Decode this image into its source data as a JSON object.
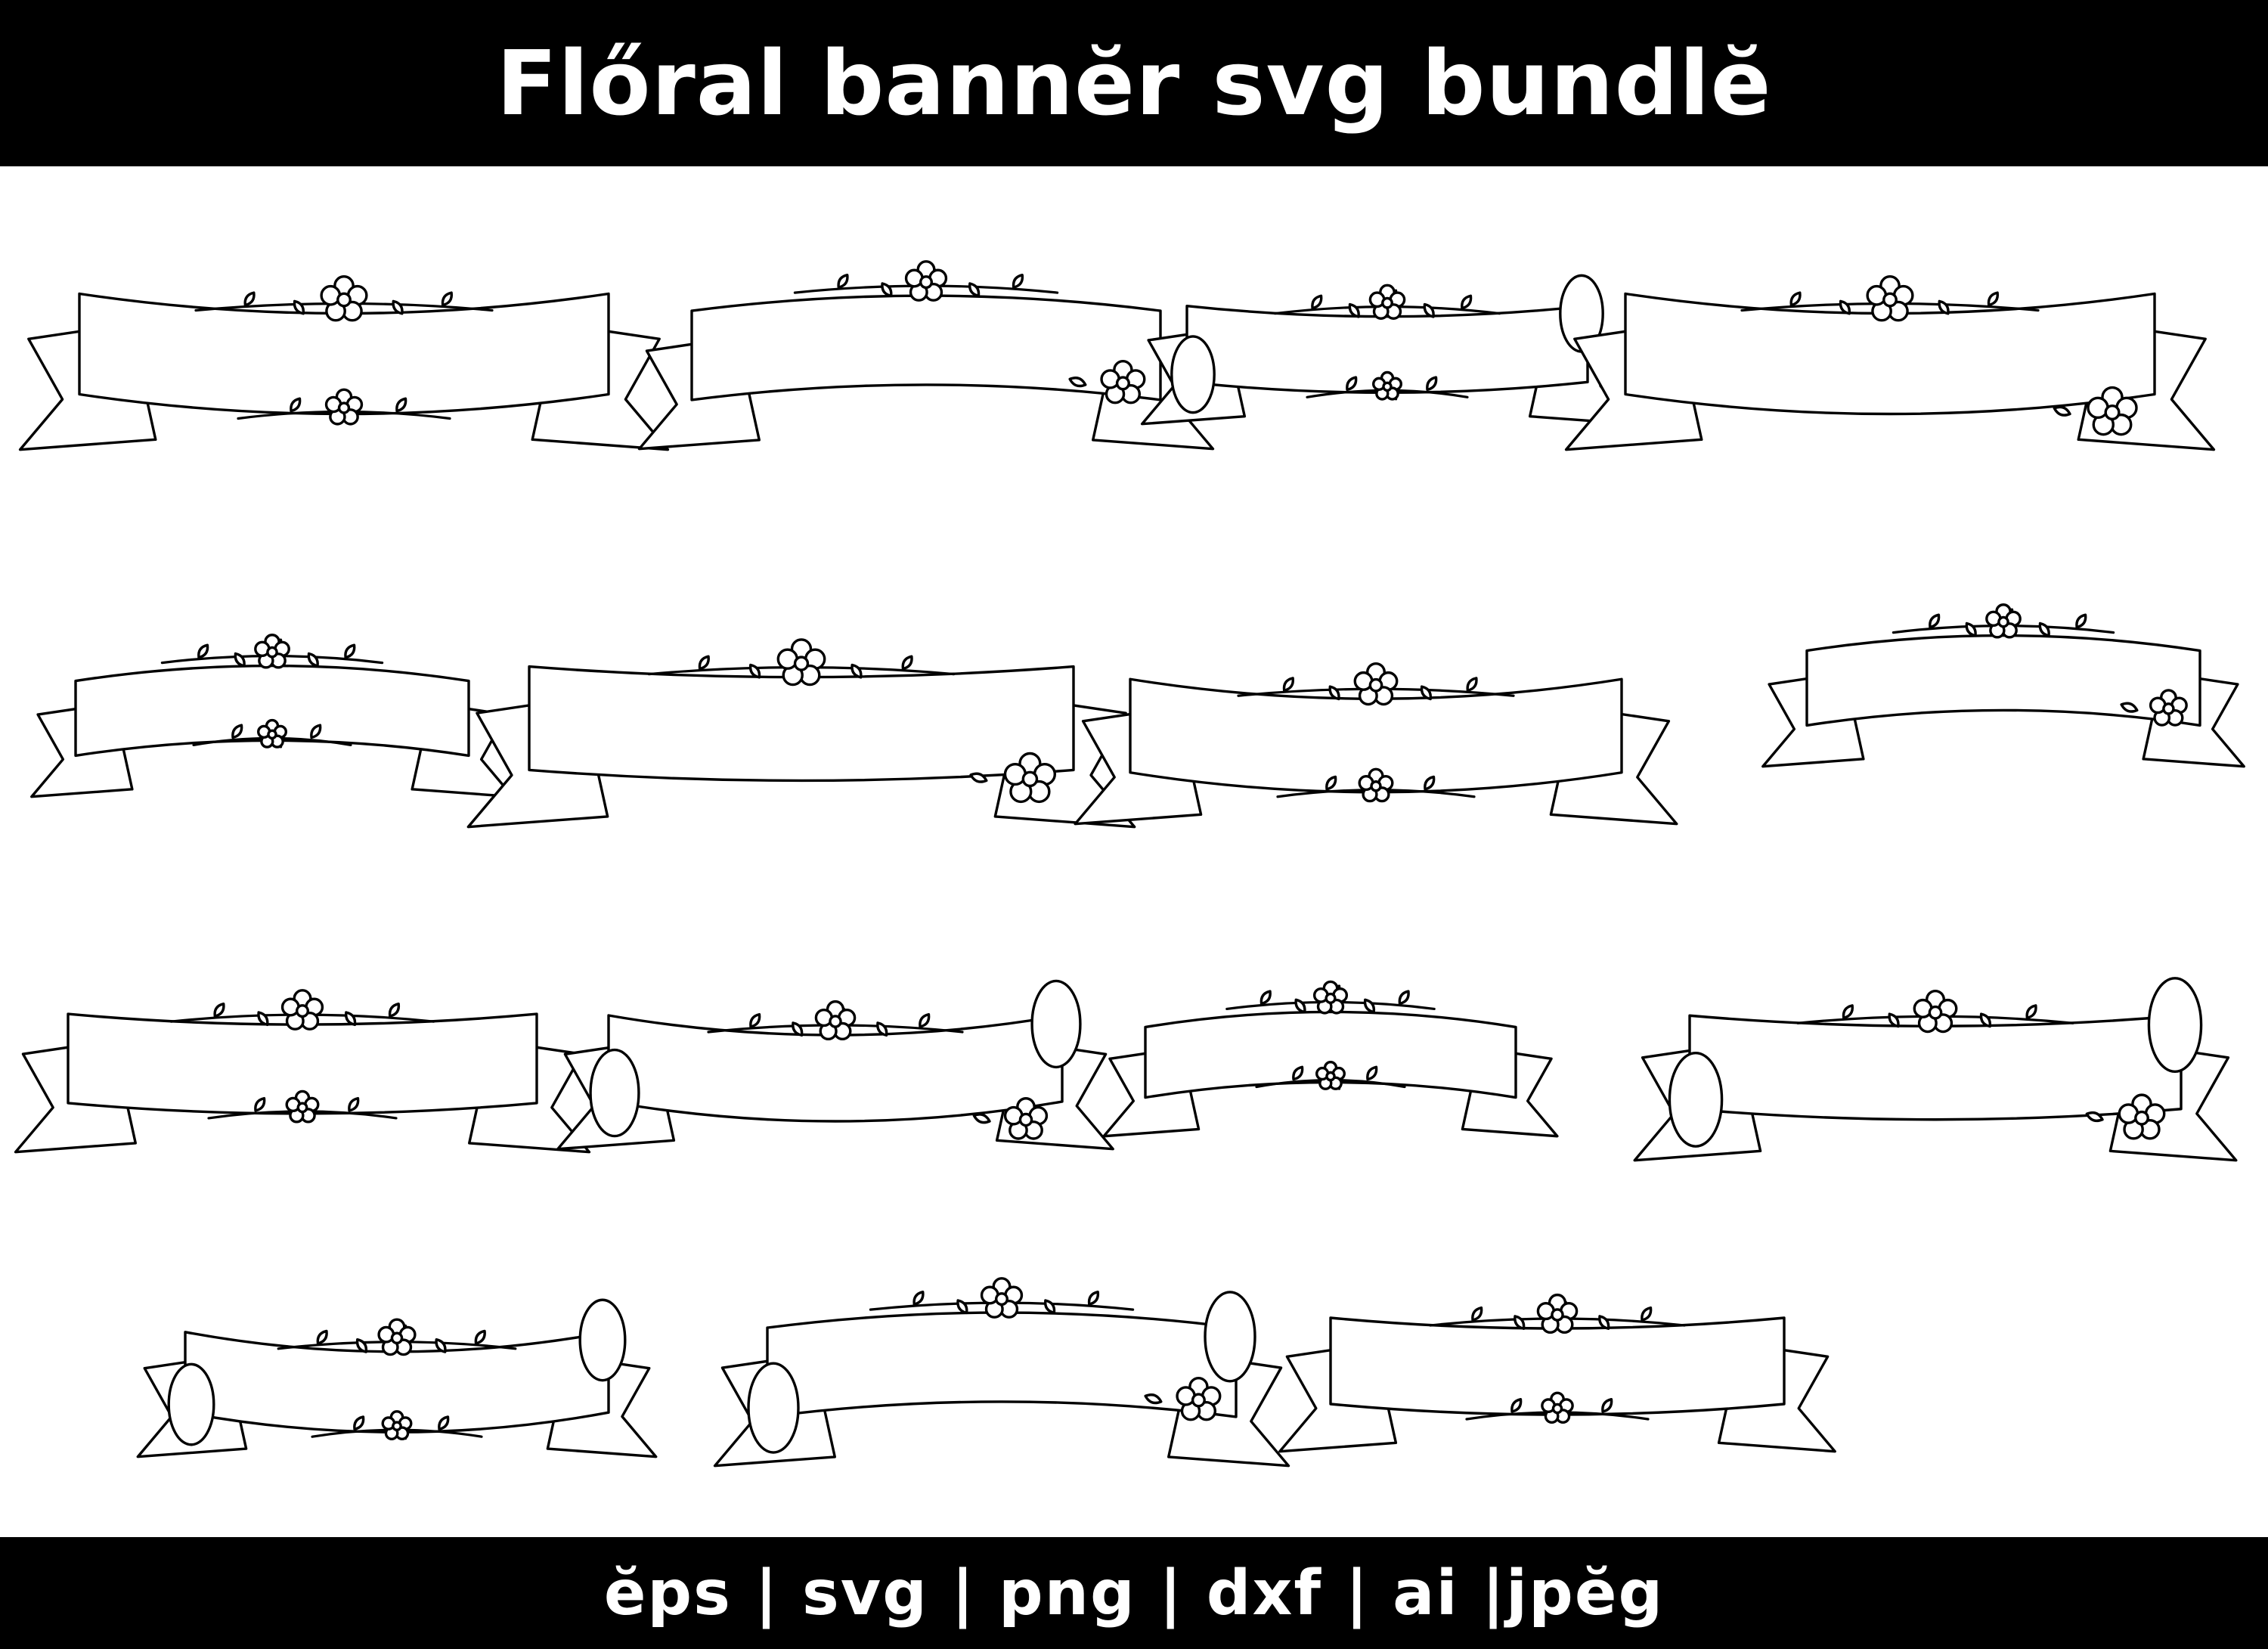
{
  "header": {
    "title": "Flőral bannĕr svg bundlĕ"
  },
  "footer": {
    "formats": "ĕps | svg | png | dxf | ai |jpĕg"
  },
  "colors": {
    "bar": "#000000",
    "bar_text": "#ffffff",
    "background": "#ffffff",
    "line": "#000000"
  },
  "gallery": {
    "items": [
      {
        "variant": "long-ribbon-flowers"
      },
      {
        "variant": "folded-ends-flowers"
      },
      {
        "variant": "scroll-roll-leaves"
      },
      {
        "variant": "swallowtail-leaves"
      },
      {
        "variant": "flat-top-bow"
      },
      {
        "variant": "wave-flowers"
      },
      {
        "variant": "bold-folded-ends"
      },
      {
        "variant": "twisted-side-ribbon"
      },
      {
        "variant": "arched-swallowtail"
      },
      {
        "variant": "rolled-ends-vine"
      },
      {
        "variant": "rectangle-flag"
      },
      {
        "variant": "curled-ends-center-flower"
      },
      {
        "variant": "scroll-big-flowers"
      },
      {
        "variant": "arched-scroll-leaves"
      },
      {
        "variant": "bow-ribbon-corner-flowers"
      }
    ]
  }
}
